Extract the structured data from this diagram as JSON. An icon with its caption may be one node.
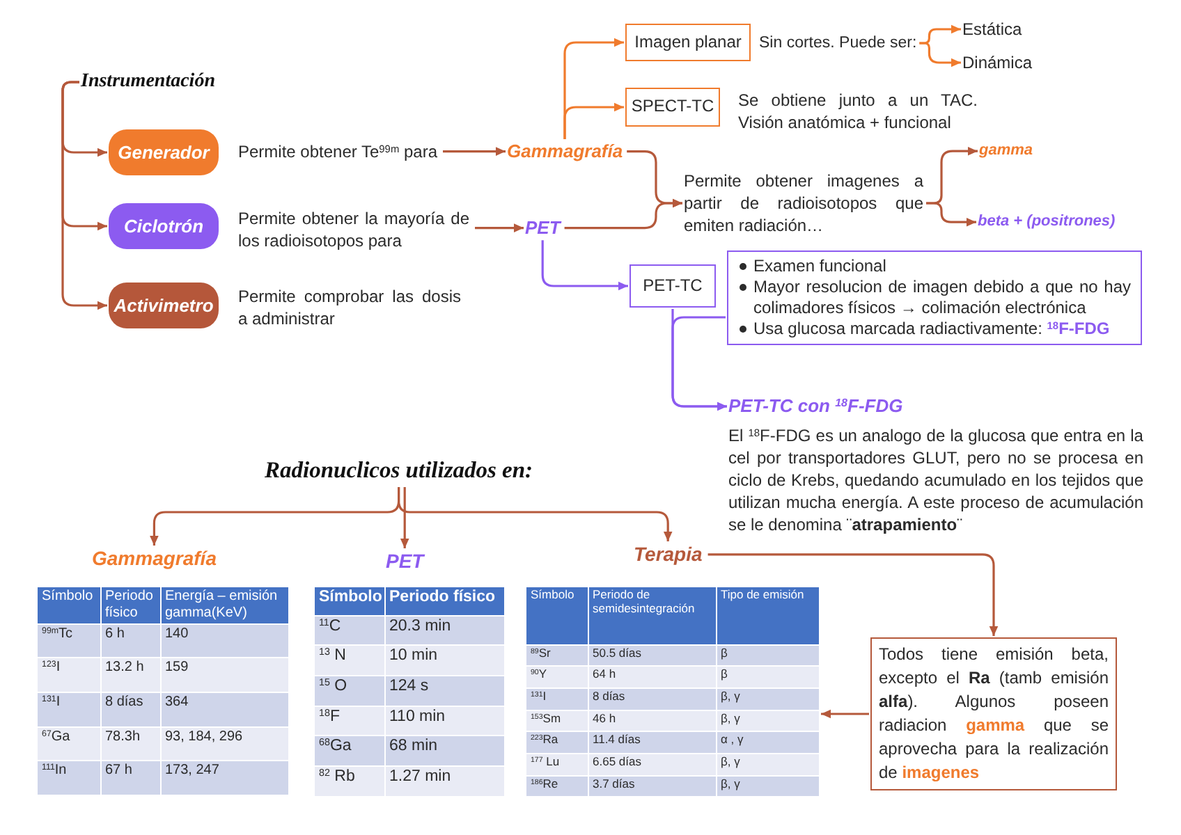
{
  "diagram": {
    "nodes": [
      {
        "text": [
          "Instrumentación"
        ]
      },
      {
        "text": [
          "Generador"
        ]
      },
      {
        "text": [
          "Permite obtener Te$^{99m}$ para"
        ]
      },
      {
        "text": [
          "Gammagrafía"
        ]
      },
      {
        "text": [
          "Ciclotrón"
        ]
      },
      {
        "text": [
          "Permite obtener la mayoría de los radioisotopos para"
        ]
      },
      {
        "text": [
          "PET"
        ]
      },
      {
        "text": [
          "Activimetro"
        ],
        "beside": [
          "Permite comprobar las dosis a administrar"
        ]
      },
      {
        "text": [
          "Imagen planar"
        ]
      },
      {
        "text": [
          "Sin cortes. Puede ser:"
        ]
      },
      {
        "text": [
          "Estática"
        ]
      },
      {
        "text": [
          "Dinámica"
        ]
      },
      {
        "text": [
          "SPECT-TC"
        ],
        "beside": [
          "Se obtiene junto a un TAC. Visión anatómica + funcional"
        ]
      },
      {
        "text": [
          "Permite obtener imagenes a partir de radioisotopos que emiten radiación…"
        ]
      },
      {
        "text": [
          "gamma"
        ]
      },
      {
        "text": [
          "beta + (positrones)"
        ]
      },
      {
        "text": [
          "PET-TC"
        ]
      },
      {
        "text": [
          "Examen funcional",
          "Mayor resolucion de imagen debido a que no hay colimadores físicos → colimación electrónica",
          "Usa glucosa marcada radiactivamente: **$^{18}$F-FDG**"
        ]
      },
      {
        "text": [
          "PET-TC con $^{18}$F-FDG",
          "El $^{18}$F-FDG es un analogo de la glucosa que entra en la cel por transportadores GLUT, pero no se procesa en ciclo de Krebs, quedando acumulado en los tejidos que utilizan mucha energía. A este proceso de acumulación se le denomina ¨**atrapamiento**¨"
        ]
      },
      {
        "text": [
          "Radionuclicos utilizados en:"
        ]
      },
      {
        "text": [
          "Gammagrafía"
        ]
      },
      {
        "text": [
          "PET"
        ]
      },
      {
        "text": [
          "Terapia"
        ]
      },
      {
        "text": [
          "Símbolo",
          "Periodo físico",
          "Energía – emisión gamma(KeV)",
          "$^{99m}$Tc",
          "6 h",
          "140",
          "$^{123}$I",
          "13.2 h",
          "159",
          "$^{131}$I",
          "8 días",
          "364",
          "$^{67}$Ga",
          "78.3h",
          "93, 184, 296",
          "$^{111}$In",
          "67 h",
          "173, 247"
        ]
      },
      {
        "text": [
          "Símbolo",
          "Periodo físico",
          "$^{11}$C",
          "20.3 min",
          "$^{13}$ N",
          "10 min",
          "$^{15}$ O",
          "124 s",
          "$^{18}$F",
          "110 min",
          "$^{68}$Ga",
          "68 min",
          "$^{82}$ Rb",
          "1.27 min"
        ]
      },
      {
        "text": [
          "Símbolo",
          "Periodo de semidesintegración",
          "Tipo de emisión",
          "$^{89}$Sr",
          "50.5 días",
          "β",
          "$^{90}$Y",
          "64 h",
          "β",
          "$^{131}$I",
          "8 días",
          "β, γ",
          "$^{153}$Sm",
          "46 h",
          "β, γ",
          "$^{223}$Ra",
          "11.4 días",
          "α , γ",
          "$^{177}$ Lu",
          "6.65 días",
          "β, γ",
          "$^{186}$Re",
          "3.7 días",
          "β, γ"
        ]
      },
      {
        "text": [
          "Todos tiene emisión beta, excepto el **Ra** (tamb emisión **alfa**). Algunos poseen radiacion **gamma** que se aprovecha para la realización de **imagenes**"
        ]
      }
    ],
    "edges": [
      {
        "from": 0,
        "to": 1,
        "arrow": "to"
      },
      {
        "from": 0,
        "to": 4,
        "arrow": "to"
      },
      {
        "from": 0,
        "to": 7,
        "arrow": "to"
      },
      {
        "from": 2,
        "to": 3,
        "arrow": "to"
      },
      {
        "from": 5,
        "to": 6,
        "arrow": "to"
      },
      {
        "from": 3,
        "to": 8,
        "arrow": "to",
        "color": "#f07b2d"
      },
      {
        "from": 3,
        "to": 12,
        "arrow": "to",
        "color": "#f07b2d"
      },
      {
        "from": 9,
        "to": 10,
        "arrow": "to",
        "color": "#f07b2d"
      },
      {
        "from": 9,
        "to": 11,
        "arrow": "to",
        "color": "#f07b2d"
      },
      {
        "from": 3,
        "to": 13,
        "arrow": "to"
      },
      {
        "from": 6,
        "to": 13,
        "arrow": "to"
      },
      {
        "from": 13,
        "to": 14,
        "arrow": "to"
      },
      {
        "from": 13,
        "to": 15,
        "arrow": "to"
      },
      {
        "from": 6,
        "to": 16,
        "arrow": "to",
        "color": "#8c5bf0"
      },
      {
        "from": 16,
        "to": 18,
        "arrow": "to",
        "color": "#8c5bf0"
      },
      {
        "from": 17,
        "to": 18,
        "arrow": "to",
        "color": "#8c5bf0"
      },
      {
        "from": 19,
        "to": 20,
        "arrow": "to"
      },
      {
        "from": 19,
        "to": 21,
        "arrow": "to"
      },
      {
        "from": 19,
        "to": 22,
        "arrow": "to"
      },
      {
        "from": 22,
        "to": 26,
        "arrow": "to"
      },
      {
        "from": 26,
        "to": 25,
        "arrow": "to"
      }
    ]
  }
}
